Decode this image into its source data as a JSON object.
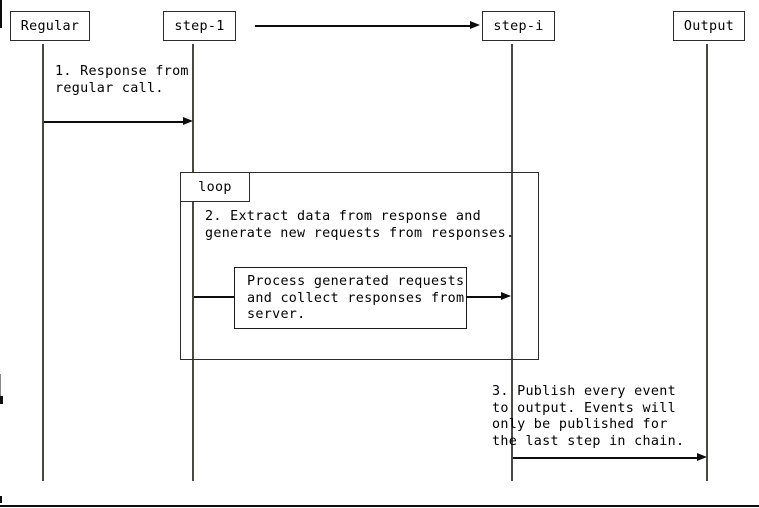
{
  "diagram": {
    "title": "sequence-diagram",
    "participants": [
      {
        "label": "Regular"
      },
      {
        "label": "step-1"
      },
      {
        "label": "step-i"
      },
      {
        "label": "Output"
      }
    ],
    "loop": {
      "label": "loop"
    },
    "messages": {
      "msg1": "1. Response from\nregular call.",
      "msg2": "2. Extract data from response and\ngenerate new requests from responses.",
      "process": "Process generated requests\nand collect responses from\nserver.",
      "msg3": "3. Publish every event\nto output. Events will\nonly be published for\nthe last step in chain."
    },
    "colors": {
      "stroke": "#2b2b2b",
      "text": "#000000",
      "background": "#ffffff"
    }
  }
}
